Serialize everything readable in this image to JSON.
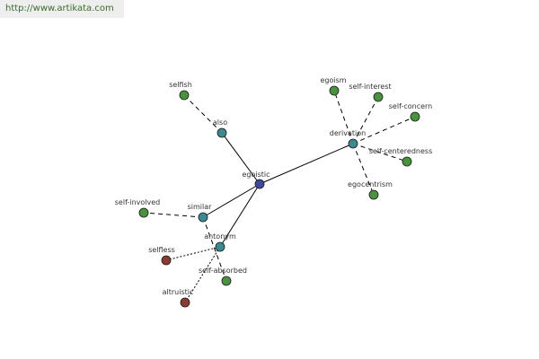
{
  "banner": {
    "url": "http://www.artikata.com"
  },
  "colors": {
    "center": "#3d4a9a",
    "relation": "#3c8a90",
    "word": "#4a9140",
    "antonym_word": "#8a3a34",
    "edge": "#000000"
  },
  "graph": {
    "nodes": [
      {
        "id": "egoistic",
        "label": "egoistic",
        "kind": "center"
      },
      {
        "id": "derivation",
        "label": "derivation",
        "kind": "relation"
      },
      {
        "id": "also",
        "label": "also",
        "kind": "relation"
      },
      {
        "id": "similar",
        "label": "similar",
        "kind": "relation"
      },
      {
        "id": "antonym",
        "label": "antonym",
        "kind": "relation"
      },
      {
        "id": "selfish",
        "label": "selfish",
        "kind": "word"
      },
      {
        "id": "egoism",
        "label": "egoism",
        "kind": "word"
      },
      {
        "id": "self-interest",
        "label": "self-interest",
        "kind": "word"
      },
      {
        "id": "self-concern",
        "label": "self-concern",
        "kind": "word"
      },
      {
        "id": "self-centeredness",
        "label": "self-centeredness",
        "kind": "word"
      },
      {
        "id": "egocentrism",
        "label": "egocentrism",
        "kind": "word"
      },
      {
        "id": "self-involved",
        "label": "self-involved",
        "kind": "word"
      },
      {
        "id": "self-absorbed",
        "label": "self-absorbed",
        "kind": "word"
      },
      {
        "id": "selfless",
        "label": "selfless",
        "kind": "antonym_word"
      },
      {
        "id": "altruistic",
        "label": "altruistic",
        "kind": "antonym_word"
      }
    ],
    "edges": [
      {
        "from": "egoistic",
        "to": "derivation",
        "style": "solid"
      },
      {
        "from": "egoistic",
        "to": "also",
        "style": "solid"
      },
      {
        "from": "egoistic",
        "to": "similar",
        "style": "solid"
      },
      {
        "from": "egoistic",
        "to": "antonym",
        "style": "solid"
      },
      {
        "from": "also",
        "to": "selfish",
        "style": "dashed"
      },
      {
        "from": "derivation",
        "to": "egoism",
        "style": "dashed"
      },
      {
        "from": "derivation",
        "to": "self-interest",
        "style": "dashed"
      },
      {
        "from": "derivation",
        "to": "self-concern",
        "style": "dashed"
      },
      {
        "from": "derivation",
        "to": "self-centeredness",
        "style": "dashed"
      },
      {
        "from": "derivation",
        "to": "egocentrism",
        "style": "dashed"
      },
      {
        "from": "similar",
        "to": "self-involved",
        "style": "dashed"
      },
      {
        "from": "similar",
        "to": "self-absorbed",
        "style": "dashed"
      },
      {
        "from": "antonym",
        "to": "selfless",
        "style": "dotted"
      },
      {
        "from": "antonym",
        "to": "altruistic",
        "style": "dotted"
      }
    ]
  }
}
